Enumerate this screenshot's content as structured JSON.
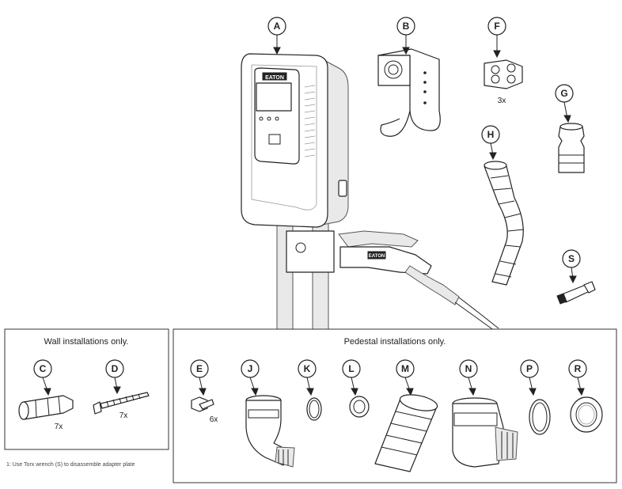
{
  "callouts": {
    "A": "A",
    "B": "B",
    "F": "F",
    "G": "G",
    "H": "H",
    "S": "S",
    "C": "C",
    "D": "D",
    "E": "E",
    "J": "J",
    "K": "K",
    "L": "L",
    "M": "M",
    "N": "N",
    "P": "P",
    "R": "R"
  },
  "quantities": {
    "F": "3x",
    "C": "7x",
    "D": "7x",
    "E": "6x"
  },
  "charger": {
    "brand_label": "EATON",
    "connector_label": "EATON"
  },
  "wall_box": {
    "title": "Wall installations only."
  },
  "pedestal_box": {
    "title": "Pedestal installations only."
  },
  "footnote": "1: Use Torx wrench (S) to disassemble adapter plate"
}
